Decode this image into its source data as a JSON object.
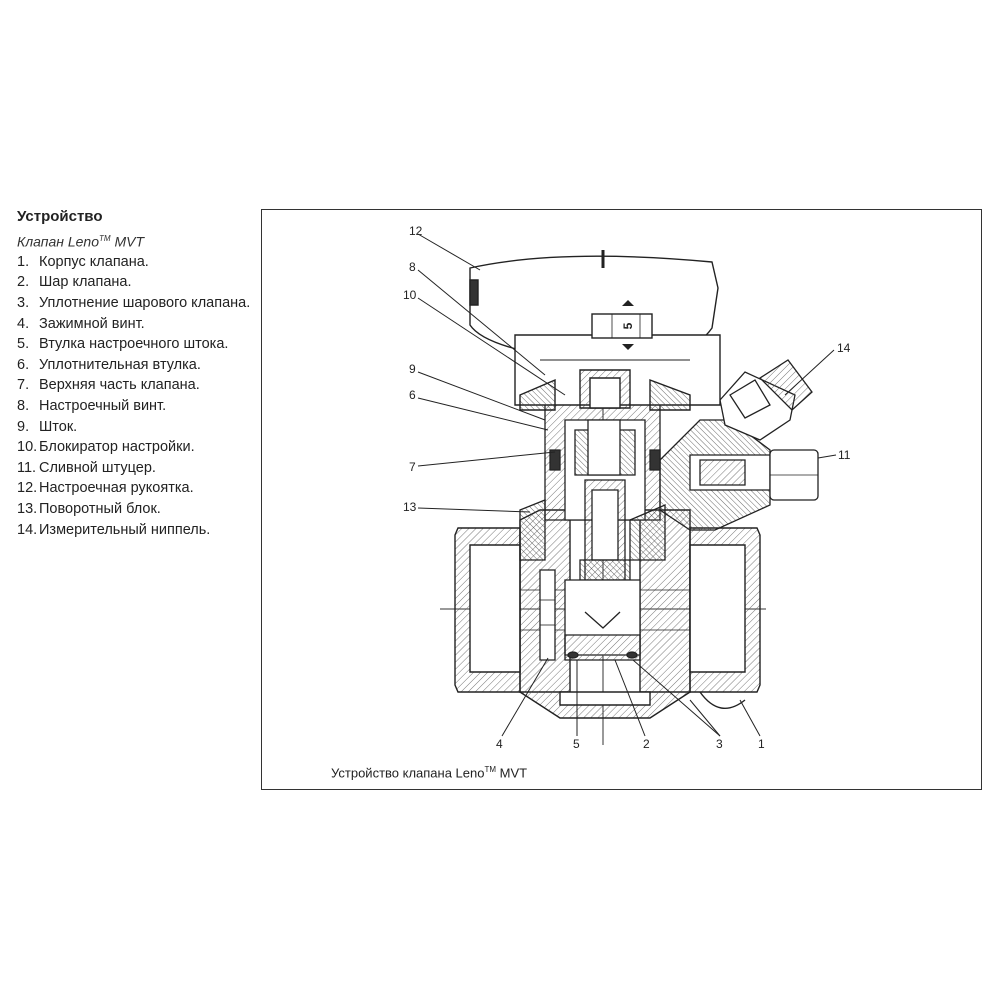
{
  "legend": {
    "heading": "Устройство",
    "subheading_prefix": "Клапан Leno",
    "subheading_tm": "TM",
    "subheading_suffix": " MVT",
    "items": [
      {
        "num": "1.",
        "text": "Корпус клапана."
      },
      {
        "num": "2.",
        "text": "Шар клапана."
      },
      {
        "num": "3.",
        "text": "Уплотнение шарового клапана."
      },
      {
        "num": "4.",
        "text": "Зажимной винт."
      },
      {
        "num": "5.",
        "text": "Втулка настроечного штока."
      },
      {
        "num": "6.",
        "text": "Уплотнительная втулка."
      },
      {
        "num": "7.",
        "text": "Верхняя часть клапана."
      },
      {
        "num": "8.",
        "text": "Настроечный винт."
      },
      {
        "num": "9.",
        "text": "Шток."
      },
      {
        "num": "10.",
        "text": "Блокиратор настройки."
      },
      {
        "num": "11.",
        "text": "Сливной штуцер."
      },
      {
        "num": "12.",
        "text": "Настроечная рукоятка."
      },
      {
        "num": "13.",
        "text": "Поворотный блок."
      },
      {
        "num": "14.",
        "text": "Измерительный ниппель."
      }
    ]
  },
  "diagram": {
    "caption_prefix": "Устройство клапана Leno",
    "caption_tm": "TM",
    "caption_suffix": " MVT",
    "dial_value": "5",
    "callouts": [
      "12",
      "8",
      "10",
      "9",
      "6",
      "7",
      "13",
      "14",
      "11",
      "4",
      "5",
      "2",
      "3",
      "1"
    ]
  }
}
